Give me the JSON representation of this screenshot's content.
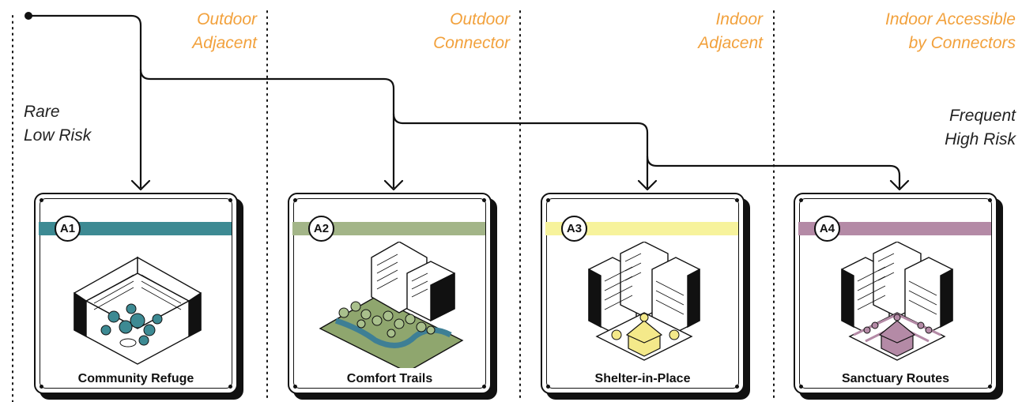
{
  "categories": [
    {
      "label": "Outdoor\nAdjacent"
    },
    {
      "label": "Outdoor\nConnector"
    },
    {
      "label": "Indoor\nAdjacent"
    },
    {
      "label": "Indoor Accessible\nby Connectors"
    }
  ],
  "risk_low": "Rare\nLow Risk",
  "risk_high": "Frequent\nHigh Risk",
  "cards": [
    {
      "code": "A1",
      "title": "Community Refuge",
      "color": "#3d8a93"
    },
    {
      "code": "A2",
      "title": "Comfort Trails",
      "color": "#a3b588"
    },
    {
      "code": "A3",
      "title": "Shelter-in-Place",
      "color": "#f7f39c"
    },
    {
      "code": "A4",
      "title": "Sanctuary Routes",
      "color": "#b48aa6"
    }
  ],
  "colors": {
    "category_text": "#f2a13c",
    "ink": "#111111",
    "water": "#3e7f95",
    "grass": "#8fa66e",
    "tree_green": "#a9c08c",
    "tree_yellow": "#f4e98a",
    "tree_purple": "#b48aa6",
    "tree_teal": "#3d8a93"
  }
}
